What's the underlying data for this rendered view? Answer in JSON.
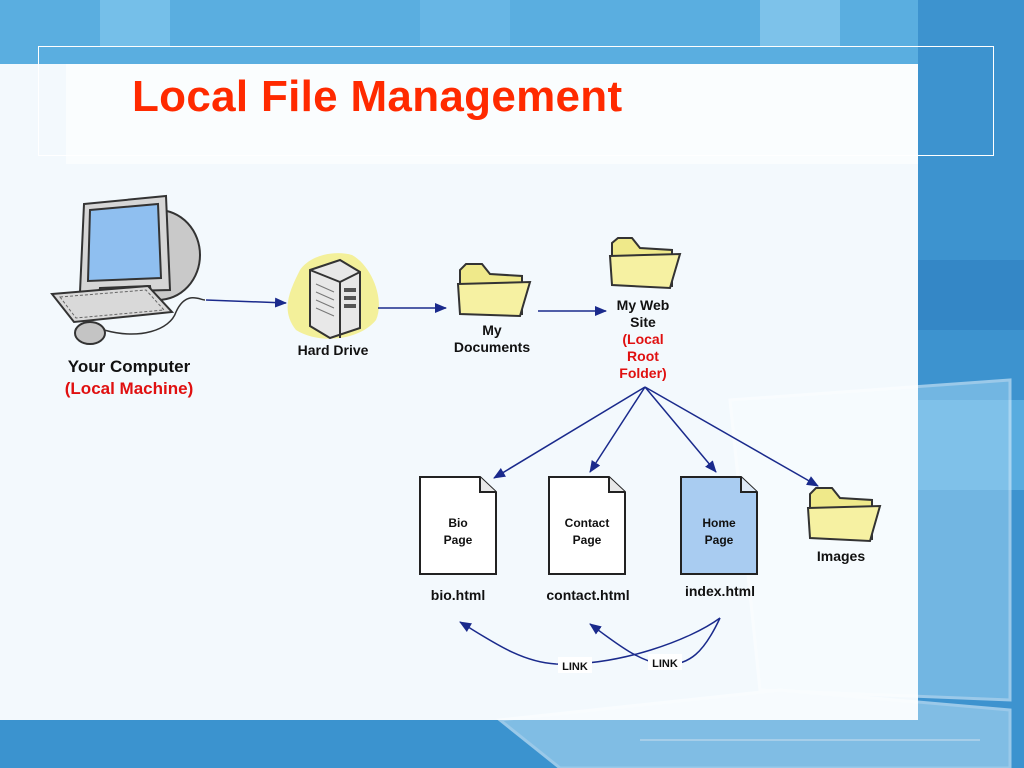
{
  "title": "Local File Management",
  "nodes": {
    "computer": {
      "name": "Your Computer",
      "sub": "(Local Machine)"
    },
    "hard_drive": {
      "name": "Hard Drive"
    },
    "my_documents": {
      "line1": "My",
      "line2": "Documents"
    },
    "web_site": {
      "line1": "My Web",
      "line2": "Site",
      "sub1": "(Local",
      "sub2": "Root",
      "sub3": "Folder)"
    },
    "images": {
      "name": "Images"
    }
  },
  "pages": [
    {
      "line1": "Bio",
      "line2": "Page",
      "file": "bio.html"
    },
    {
      "line1": "Contact",
      "line2": "Page",
      "file": "contact.html"
    },
    {
      "line1": "Home",
      "line2": "Page",
      "file": "index.html"
    }
  ],
  "links": [
    "LINK",
    "LINK"
  ],
  "colors": {
    "title": "#ff2a00",
    "sub_label": "#e01010",
    "arrow": "#1a2a8c",
    "folder": "#efe98a",
    "home_page": "#a9ccf1",
    "background": "#3f9bd6"
  }
}
